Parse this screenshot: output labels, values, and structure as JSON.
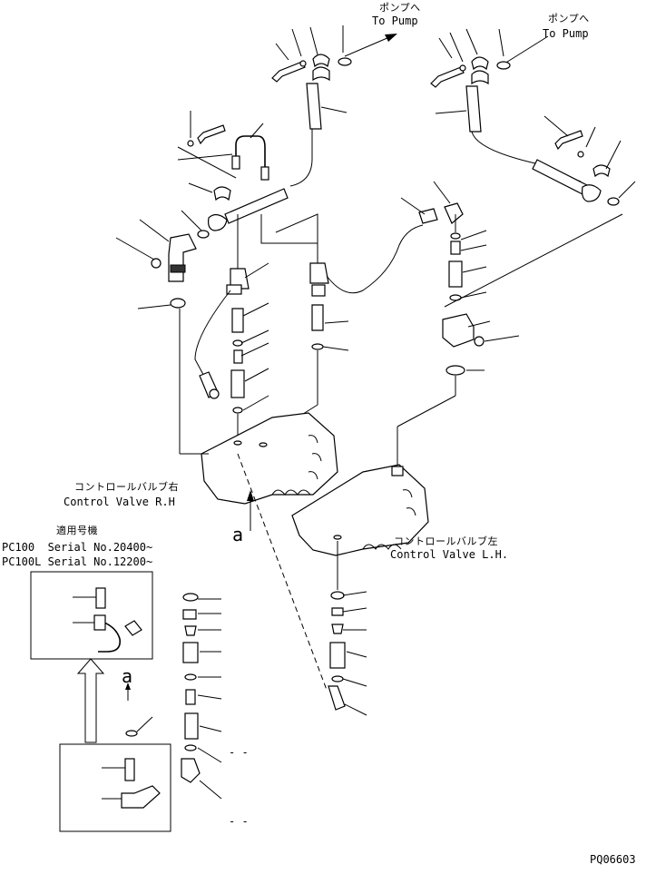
{
  "labels": {
    "to_pump_jp_left": "ポンプへ",
    "to_pump_en_left": "To Pump",
    "to_pump_jp_right": "ポンプへ",
    "to_pump_en_right": "To Pump",
    "cv_rh_jp": "コントロールバルブ右",
    "cv_rh_en": "Control Valve R.H",
    "cv_lh_jp": "コントロールバルブ左",
    "cv_lh_en": "Control Valve L.H.",
    "applicable_jp": "適用号機",
    "serial_line1": "PC100  Serial No.20400~",
    "serial_line2": "PC100L Serial No.12200~",
    "view_a_large": "a",
    "view_a_small": "a",
    "dash1": "- -",
    "dash2": "- -",
    "drawing_number": "PQ06603"
  }
}
